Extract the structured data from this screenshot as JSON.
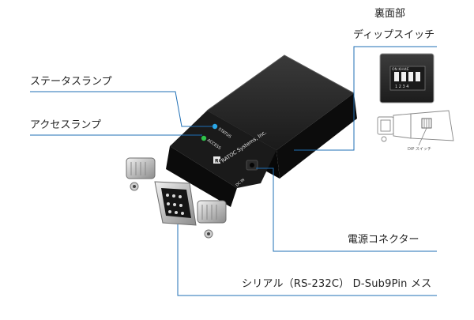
{
  "labels": {
    "status_lamp": "ステータスランプ",
    "access_lamp": "アクセスランプ",
    "dip_switch_line1": "裏面部",
    "dip_switch_line2": "ディップスイッチ",
    "power_connector": "電源コネクター",
    "serial_port": "シリアル（RS-232C） D-Sub9Pin メス"
  },
  "device_print": {
    "brand": "RATOC Systems, Inc.",
    "logo": "RC",
    "led_status": "STATUS",
    "led_access": "ACCESS",
    "dc_in": "DC IN"
  },
  "inset": {
    "dip_on": "ON  KHI4E",
    "dip_numbers": "1 2 3 4",
    "dip_caption": "DIP スイッチ"
  },
  "colors": {
    "callout_line": "#1f6fb5",
    "device_body": "#141414",
    "status_led": "#2aa7e6",
    "access_led": "#2ec24a"
  }
}
